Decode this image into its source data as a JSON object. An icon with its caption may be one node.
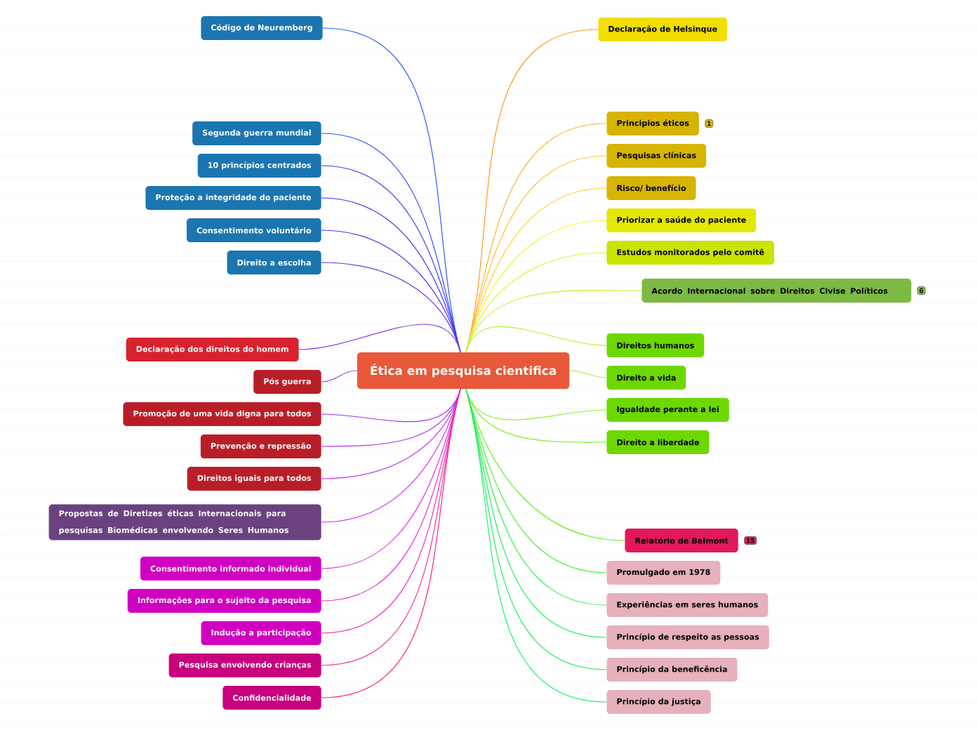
{
  "diagram": {
    "nodes": [
      {
        "text": [
          "Ética em pesquisa cientifica"
        ]
      },
      {
        "text": [
          "Código de Neuremberg"
        ]
      },
      {
        "text": [
          "Segunda guerra mundial"
        ]
      },
      {
        "text": [
          "10 princípios centrados"
        ]
      },
      {
        "text": [
          "Proteção a integridade do paciente"
        ]
      },
      {
        "text": [
          "Consentimento voluntário"
        ]
      },
      {
        "text": [
          "Direito a escolha"
        ]
      },
      {
        "text": [
          "Declaração dos direitos do homem"
        ]
      },
      {
        "text": [
          "Pós guerra"
        ]
      },
      {
        "text": [
          "Promoção de uma vida digna para todos"
        ]
      },
      {
        "text": [
          "Prevenção e repressão"
        ]
      },
      {
        "text": [
          "Direitos iguais para todos"
        ]
      },
      {
        "text": [
          "Propostas de Diretizes éticas Internacionais para pesquisas Biomédicas envolvendo Seres Humanos"
        ]
      },
      {
        "text": [
          "Consentimento informado individual"
        ]
      },
      {
        "text": [
          "Informações para o sujeito da pesquisa"
        ]
      },
      {
        "text": [
          "Indução a participação"
        ]
      },
      {
        "text": [
          "Pesquisa envolvendo crianças"
        ]
      },
      {
        "text": [
          "Confidencialidade"
        ]
      },
      {
        "text": [
          "Declaração de Helsinque"
        ]
      },
      {
        "text": [
          "Principios éticos"
        ],
        "beside": [
          "1"
        ]
      },
      {
        "text": [
          "Pesquisas clínicas"
        ]
      },
      {
        "text": [
          "Risco/ benefício"
        ]
      },
      {
        "text": [
          "Priorizar a saúde do paciente"
        ]
      },
      {
        "text": [
          "Estudos monitorados pelo comitê"
        ]
      },
      {
        "text": [
          "Acordo Internacional sobre Direitos Civise Políticos"
        ],
        "beside": [
          "6"
        ]
      },
      {
        "text": [
          "Direitos humanos"
        ]
      },
      {
        "text": [
          "Direito a vida"
        ]
      },
      {
        "text": [
          "Igualdade perante a lei"
        ]
      },
      {
        "text": [
          "Direito a liberdade"
        ]
      },
      {
        "text": [
          "Relatório de Belmont"
        ],
        "beside": [
          "15"
        ]
      },
      {
        "text": [
          "Promulgado em 1978"
        ]
      },
      {
        "text": [
          "Experiências em seres humanos"
        ]
      },
      {
        "text": [
          "Princípio de respeito as pessoas"
        ]
      },
      {
        "text": [
          "Princípio da beneficência"
        ]
      },
      {
        "text": [
          "Princípio da justiça"
        ]
      }
    ],
    "edges": [
      {
        "from": 0,
        "to": 1,
        "arrow": "none",
        "color": "#2a5cff"
      },
      {
        "from": 0,
        "to": 2,
        "arrow": "none",
        "color": "#3a4cff"
      },
      {
        "from": 0,
        "to": 3,
        "arrow": "none",
        "color": "#3a3cf0"
      },
      {
        "from": 0,
        "to": 4,
        "arrow": "none",
        "color": "#4a30e8"
      },
      {
        "from": 0,
        "to": 5,
        "arrow": "none",
        "color": "#5a30e8"
      },
      {
        "from": 0,
        "to": 6,
        "arrow": "none",
        "color": "#6a30e8"
      },
      {
        "from": 0,
        "to": 7,
        "arrow": "none",
        "color": "#8a40f0"
      },
      {
        "from": 0,
        "to": 8,
        "arrow": "none",
        "color": "#9a40f0"
      },
      {
        "from": 0,
        "to": 9,
        "arrow": "none",
        "color": "#9a30f0"
      },
      {
        "from": 0,
        "to": 10,
        "arrow": "none",
        "color": "#b030f0"
      },
      {
        "from": 0,
        "to": 11,
        "arrow": "none",
        "color": "#c030f0"
      },
      {
        "from": 0,
        "to": 12,
        "arrow": "none",
        "color": "#d030f0"
      },
      {
        "from": 0,
        "to": 13,
        "arrow": "none",
        "color": "#e030e8"
      },
      {
        "from": 0,
        "to": 14,
        "arrow": "none",
        "color": "#e830d0"
      },
      {
        "from": 0,
        "to": 15,
        "arrow": "none",
        "color": "#f030b8"
      },
      {
        "from": 0,
        "to": 16,
        "arrow": "none",
        "color": "#f8309a"
      },
      {
        "from": 0,
        "to": 17,
        "arrow": "none",
        "color": "#ff2080"
      },
      {
        "from": 0,
        "to": 18,
        "arrow": "none",
        "color": "#ff9a20"
      },
      {
        "from": 0,
        "to": 19,
        "arrow": "none",
        "color": "#ffb030"
      },
      {
        "from": 0,
        "to": 20,
        "arrow": "none",
        "color": "#ffc030"
      },
      {
        "from": 0,
        "to": 21,
        "arrow": "none",
        "color": "#ffd030"
      },
      {
        "from": 0,
        "to": 22,
        "arrow": "none",
        "color": "#f8f030"
      },
      {
        "from": 0,
        "to": 23,
        "arrow": "none",
        "color": "#e0f030"
      },
      {
        "from": 0,
        "to": 24,
        "arrow": "none",
        "color": "#c8f030"
      },
      {
        "from": 0,
        "to": 25,
        "arrow": "none",
        "color": "#b0f030"
      },
      {
        "from": 0,
        "to": 26,
        "arrow": "none",
        "color": "#a0f030"
      },
      {
        "from": 0,
        "to": 27,
        "arrow": "none",
        "color": "#90f030"
      },
      {
        "from": 0,
        "to": 28,
        "arrow": "none",
        "color": "#70f020"
      },
      {
        "from": 0,
        "to": 29,
        "arrow": "none",
        "color": "#60f020"
      },
      {
        "from": 0,
        "to": 30,
        "arrow": "none",
        "color": "#40f030"
      },
      {
        "from": 0,
        "to": 31,
        "arrow": "none",
        "color": "#30f040"
      },
      {
        "from": 0,
        "to": 32,
        "arrow": "none",
        "color": "#20f050"
      },
      {
        "from": 0,
        "to": 33,
        "arrow": "none",
        "color": "#20f060"
      },
      {
        "from": 0,
        "to": 34,
        "arrow": "none",
        "color": "#20f070"
      }
    ]
  }
}
